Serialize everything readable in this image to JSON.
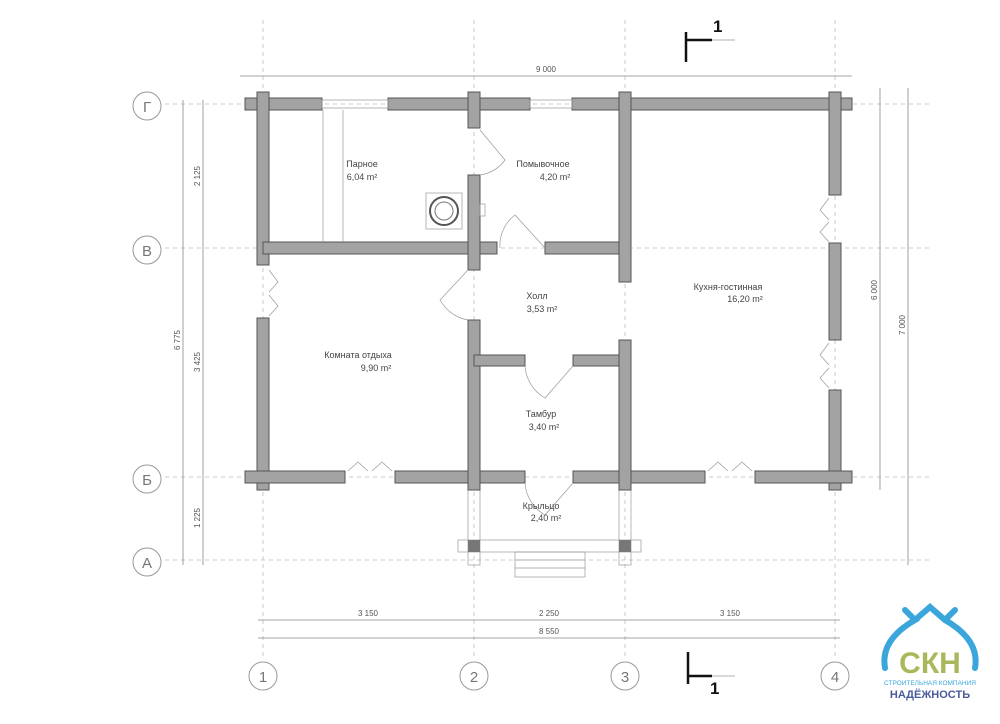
{
  "title": "Floor plan",
  "section_mark": "1",
  "axes": {
    "cols": [
      "1",
      "2",
      "3",
      "4"
    ],
    "rows": [
      "Г",
      "В",
      "Б",
      "А"
    ]
  },
  "rooms": [
    {
      "name": "Парное",
      "area": "6,04 m²"
    },
    {
      "name": "Помывочное",
      "area": "4,20 m²"
    },
    {
      "name": "Кухня-гостинная",
      "area": "16,20 m²"
    },
    {
      "name": "Холл",
      "area": "3,53 m²"
    },
    {
      "name": "Комната отдыха",
      "area": "9,90 m²"
    },
    {
      "name": "Тамбур",
      "area": "3,40 m²"
    },
    {
      "name": "Крыльцо",
      "area": "2,40 m²"
    }
  ],
  "dimensions": {
    "top_total": "9 000",
    "bottom_segments": [
      "3 150",
      "2 250",
      "3 150"
    ],
    "bottom_total": "8 550",
    "left_total": "6 775",
    "left_segments": [
      "2 125",
      "3 425",
      "1 225"
    ],
    "right_inner": "6 000",
    "right_outer": "7 000"
  },
  "logo": {
    "letters": "СКН",
    "subtitle": "СТРОИТЕЛЬНАЯ КОМПАНИЯ",
    "name": "НАДЁЖНОСТЬ"
  },
  "colors": {
    "wall": "#a3a3a3",
    "logo_blue": "#3aa6dc",
    "logo_green": "#a8b85a",
    "logo_navy": "#4a5a9a"
  }
}
